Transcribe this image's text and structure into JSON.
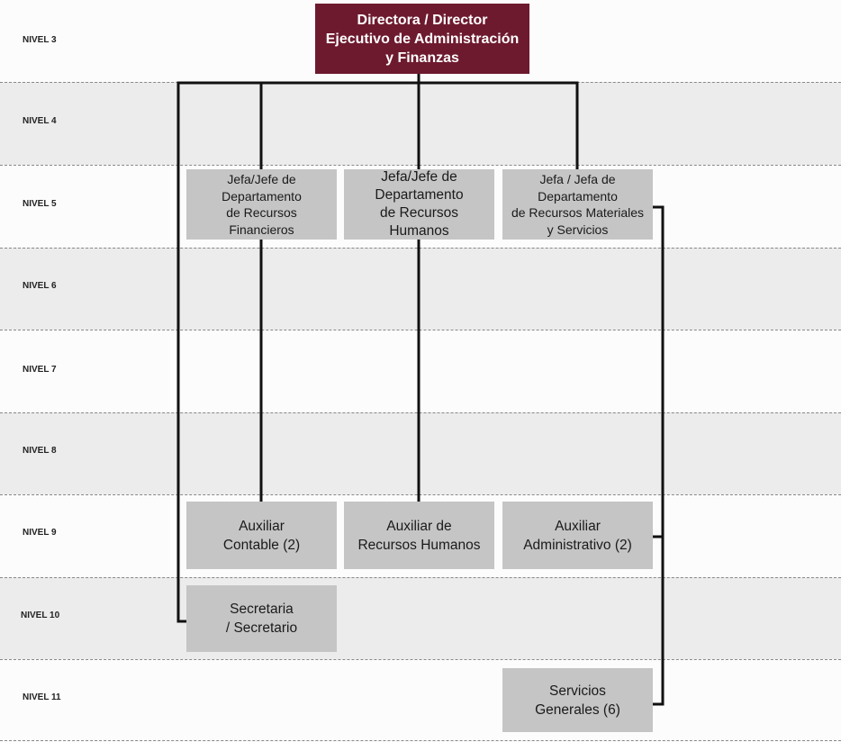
{
  "levels": {
    "n3": "NIVEL 3",
    "n4": "NIVEL 4",
    "n5": "NIVEL 5",
    "n6": "NIVEL 6",
    "n7": "NIVEL 7",
    "n8": "NIVEL 8",
    "n9": "NIVEL 9",
    "n10": "NIVEL 10",
    "n11": "NIVEL 11"
  },
  "positions": {
    "director": "Directora / Director\nEjecutivo de Administración\ny Finanzas",
    "jefe_financieros": "Jefa/Jefe de\nDepartamento\nde Recursos\nFinancieros",
    "jefe_humanos": "Jefa/Jefe de\nDepartamento\nde Recursos\nHumanos",
    "jefe_materiales": "Jefa / Jefa de\nDepartamento\nde Recursos Materiales\ny Servicios",
    "auxiliar_contable": "Auxiliar\nContable (2)",
    "auxiliar_rh": "Auxiliar de\nRecursos Humanos",
    "auxiliar_admin": "Auxiliar\nAdministrativo (2)",
    "secretaria": "Secretaria\n/ Secretario",
    "servicios_generales": "Servicios\nGenerales (6)"
  },
  "colors": {
    "director_fill": "#6e1a2e",
    "box_fill": "#c5c5c5",
    "band_alt": "#ececec"
  }
}
